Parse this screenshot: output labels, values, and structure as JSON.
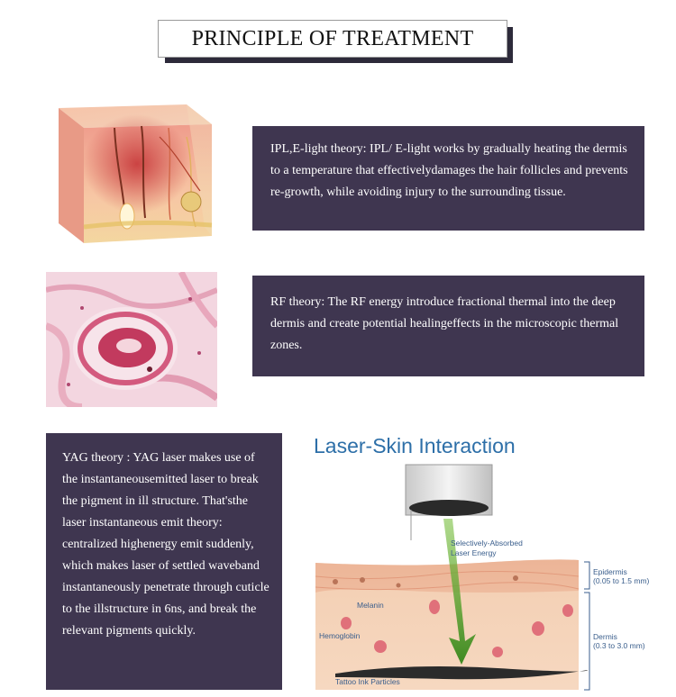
{
  "header": {
    "title": "PRINCIPLE OF TREATMENT"
  },
  "sections": {
    "ipl": {
      "text": "IPL,E-light theory: IPL/ E-light works by gradually heating the dermis to a temperature that effectivelydamages the hair follicles and prevents re-growth, while avoiding injury to the surrounding tissue."
    },
    "rf": {
      "text": "RF theory: The RF energy introduce fractional thermal into the deep dermis and create potential healingeffects in the microscopic thermal zones."
    },
    "yag": {
      "text": "YAG theory : YAG laser makes use of the instantaneousemitted laser to break the pigment in ill structure. That'sthe laser instantaneous emit theory: centralized highenergy emit suddenly, which makes laser of settled waveband instantaneously penetrate through cuticle to the illstructure in 6ns, and break the relevant pigments quickly."
    }
  },
  "diagram": {
    "title": "Laser-Skin Interaction",
    "energy_label_1": "Selectively-Absorbed",
    "energy_label_2": "Laser Energy",
    "epidermis": "Epidermis",
    "epidermis_range": "(0.05 to 1.5 mm)",
    "dermis": "Dermis",
    "dermis_range": "(0.3 to 3.0 mm)",
    "melanin": "Melanin",
    "hemoglobin": "Hemoglobin",
    "tattoo": "Tattoo Ink Particles"
  },
  "colors": {
    "panel_bg": "#3f3650",
    "diagram_blue": "#2d6fa8"
  }
}
